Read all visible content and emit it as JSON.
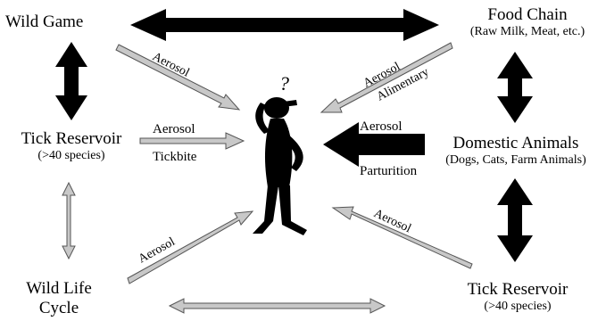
{
  "nodes": {
    "wild_game": {
      "title": "Wild Game"
    },
    "food_chain": {
      "title": "Food Chain",
      "subtitle": "(Raw Milk, Meat, etc.)"
    },
    "tick_reservoir_left": {
      "title": "Tick Reservoir",
      "subtitle": "(>40 species)"
    },
    "domestic_animals": {
      "title": "Domestic Animals",
      "subtitle": "(Dogs, Cats, Farm Animals)"
    },
    "wild_life_cycle": {
      "title_line1": "Wild Life",
      "title_line2": "Cycle"
    },
    "tick_reservoir_right": {
      "title": "Tick Reservoir",
      "subtitle": "(>40 species)"
    }
  },
  "arrow_labels": {
    "wild_game_to_human": "Aerosol",
    "food_chain_aerosol": "Aerosol",
    "food_chain_alimentary": "Alimentary",
    "tick_left_aerosol": "Aerosol",
    "tick_left_tickbite": "Tickbite",
    "domestic_aerosol": "Aerosol",
    "domestic_parturition": "Parturition",
    "wild_life_aerosol": "Aerosol",
    "tick_right_aerosol": "Aerosol"
  },
  "figure": {
    "thought_mark": "?"
  },
  "colors": {
    "thick_arrow": "#000000",
    "thin_arrow_fill": "#c8c8c8",
    "thin_arrow_stroke": "#555555"
  }
}
